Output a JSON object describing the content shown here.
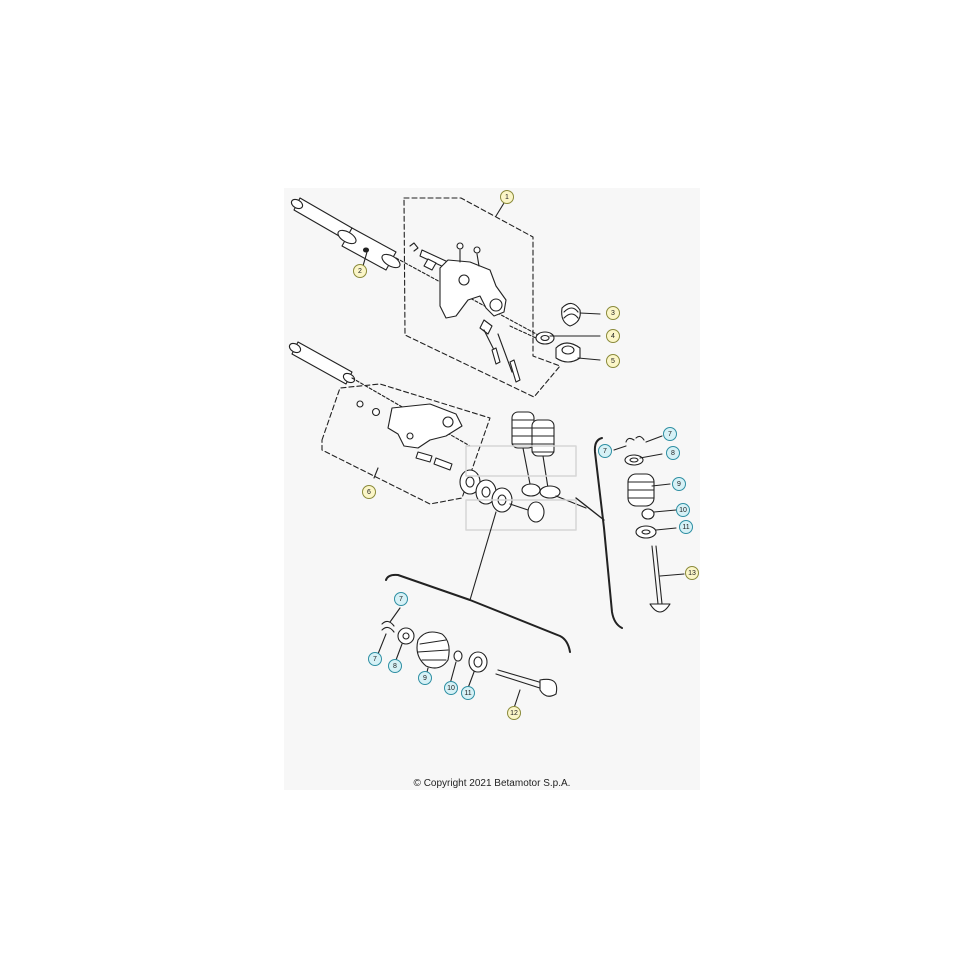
{
  "copyright": "© Copyright 2021 Betamotor S.p.A.",
  "colors": {
    "callout_yellow": "#fbf6c8",
    "callout_cyan": "#d6f1f6",
    "callout_border_yellow": "#8a8a3a",
    "callout_border_cyan": "#2e8fa3",
    "line": "#222222",
    "sheet": "#f7f7f7"
  },
  "callouts": [
    {
      "label": "1",
      "style": "yellow"
    },
    {
      "label": "2",
      "style": "yellow"
    },
    {
      "label": "3",
      "style": "yellow"
    },
    {
      "label": "4",
      "style": "yellow"
    },
    {
      "label": "5",
      "style": "yellow"
    },
    {
      "label": "6",
      "style": "yellow"
    },
    {
      "label": "7",
      "style": "cyan"
    },
    {
      "label": "7",
      "style": "cyan"
    },
    {
      "label": "8",
      "style": "cyan"
    },
    {
      "label": "9",
      "style": "cyan"
    },
    {
      "label": "10",
      "style": "cyan"
    },
    {
      "label": "11",
      "style": "cyan"
    },
    {
      "label": "13",
      "style": "yellow"
    },
    {
      "label": "7",
      "style": "cyan"
    },
    {
      "label": "7",
      "style": "cyan"
    },
    {
      "label": "8",
      "style": "cyan"
    },
    {
      "label": "9",
      "style": "cyan"
    },
    {
      "label": "10",
      "style": "cyan"
    },
    {
      "label": "11",
      "style": "cyan"
    },
    {
      "label": "12",
      "style": "yellow"
    }
  ]
}
